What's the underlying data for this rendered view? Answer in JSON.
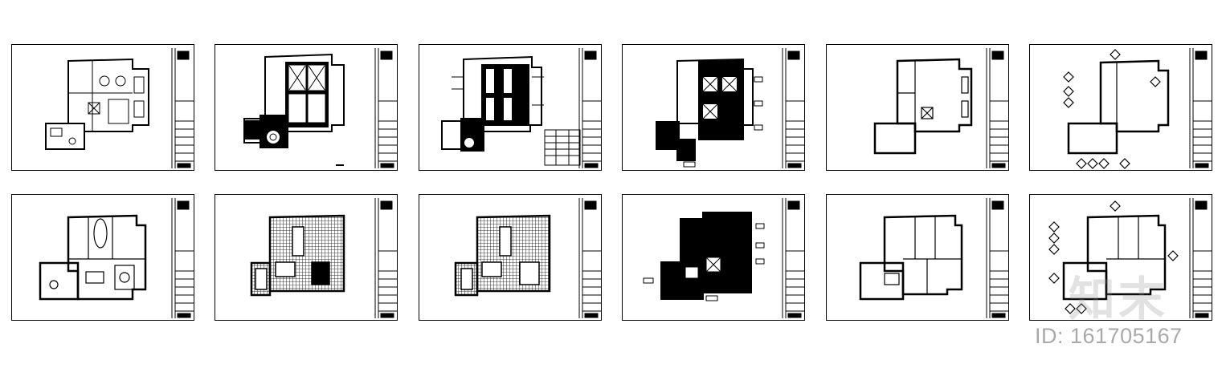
{
  "sheets": [
    {
      "id": "sheet-1",
      "kind": "furniture-plan"
    },
    {
      "id": "sheet-2",
      "kind": "ceiling-plan"
    },
    {
      "id": "sheet-3",
      "kind": "ceiling-plan-with-table"
    },
    {
      "id": "sheet-4",
      "kind": "hatched-ceiling-plan"
    },
    {
      "id": "sheet-5",
      "kind": "wall-layout-plan"
    },
    {
      "id": "sheet-6",
      "kind": "index-plan"
    },
    {
      "id": "sheet-7",
      "kind": "furniture-plan"
    },
    {
      "id": "sheet-8",
      "kind": "floor-finish-plan"
    },
    {
      "id": "sheet-9",
      "kind": "floor-finish-plan"
    },
    {
      "id": "sheet-10",
      "kind": "hatched-ceiling-plan"
    },
    {
      "id": "sheet-11",
      "kind": "wall-layout-plan"
    },
    {
      "id": "sheet-12",
      "kind": "index-plan"
    }
  ],
  "watermark": {
    "logo": "知末",
    "id_text": "ID: 161705167"
  },
  "colors": {
    "line": "#000000",
    "paper": "#ffffff",
    "watermark": "#8c8c8c"
  }
}
